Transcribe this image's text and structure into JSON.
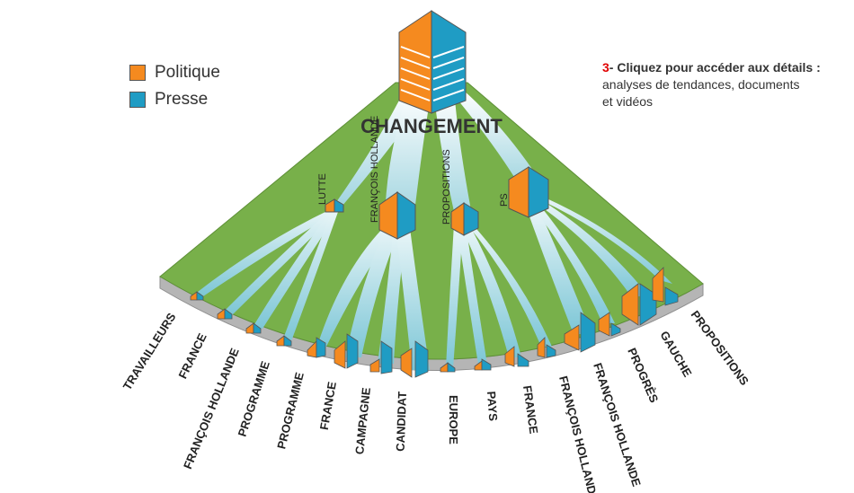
{
  "legend": {
    "items": [
      {
        "label": "Politique",
        "color": "#f58a1f"
      },
      {
        "label": "Presse",
        "color": "#1f9cc4"
      }
    ]
  },
  "instructions": {
    "step": "3",
    "heading": "- Cliquez pour accéder aux détails :",
    "line1": "analyses de tendances, documents",
    "line2": "et vidéos"
  },
  "root": {
    "label": "CHANGEMENT"
  },
  "mid_topics": [
    "LUTTE",
    "FRANÇOIS HOLLANDE",
    "PROPOSITIONS",
    "PS"
  ],
  "bottom_topics": [
    "TRAVAILLEURS",
    "FRANCE",
    "FRANÇOIS HOLLANDE",
    "PROGRAMME",
    "PROGRAMME",
    "FRANCE",
    "CAMPAGNE",
    "CANDIDAT",
    "EUROPE",
    "PAYS",
    "FRANCE",
    "FRANÇOIS HOLLANDE",
    "FRANÇOIS HOLLANDE",
    "PROGRÈS",
    "GAUCHE",
    "PROPOSITIONS"
  ],
  "colors": {
    "politique": "#f58a1f",
    "presse": "#1f9cc4",
    "green": "#78b04a",
    "ring": "#b5b5b5"
  }
}
